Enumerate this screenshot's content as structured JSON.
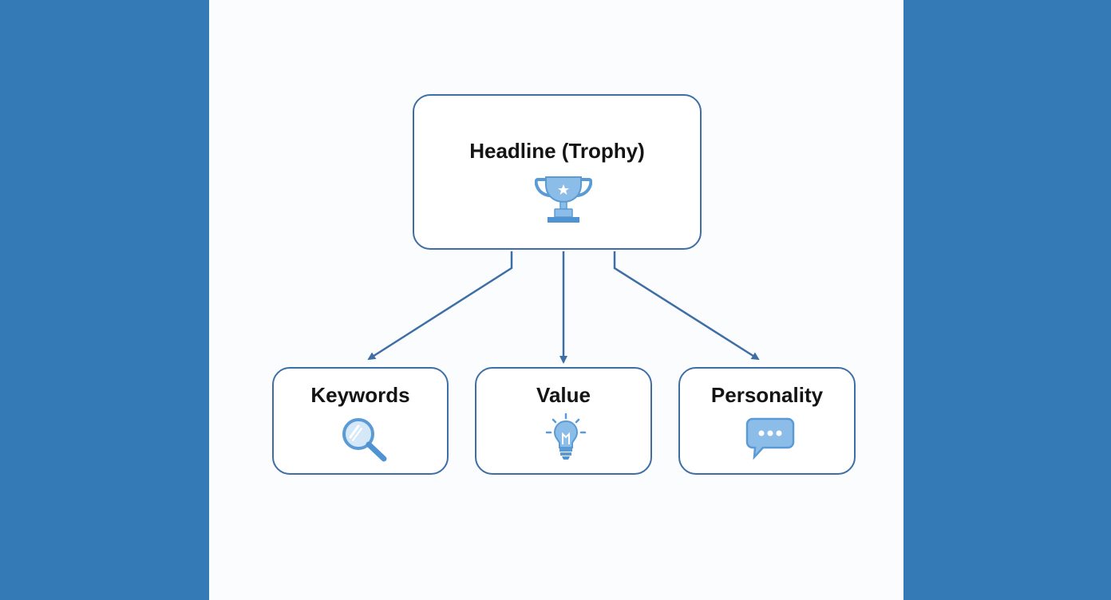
{
  "diagram": {
    "root": {
      "label": "Headline (Trophy)",
      "icon": "trophy-icon"
    },
    "children": [
      {
        "label": "Keywords",
        "icon": "magnifying-glass-icon"
      },
      {
        "label": "Value",
        "icon": "lightbulb-icon"
      },
      {
        "label": "Personality",
        "icon": "speech-bubble-icon"
      }
    ],
    "colors": {
      "background": "#347ab6",
      "panel": "#fbfcfd",
      "border": "#3d6ea6",
      "icon_fill": "#8cbde8",
      "icon_stroke": "#5a9bd6",
      "text": "#141414"
    }
  }
}
